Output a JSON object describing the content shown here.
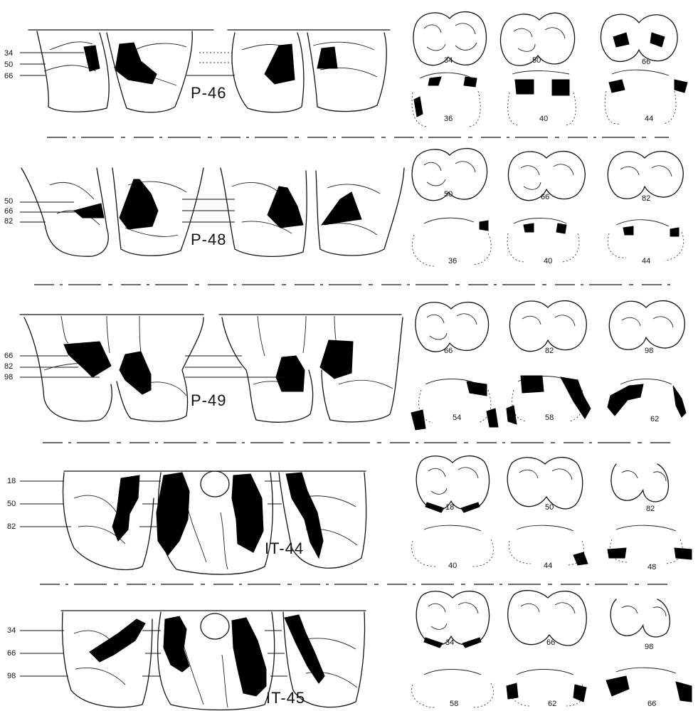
{
  "panels": [
    {
      "case": "P-46",
      "levels": [
        "34",
        "50",
        "66"
      ],
      "coronal_top": [
        "34",
        "50",
        "66"
      ],
      "coronal_bottom": [
        "36",
        "40",
        "44"
      ]
    },
    {
      "case": "P-48",
      "levels": [
        "50",
        "66",
        "82"
      ],
      "coronal_top": [
        "50",
        "66",
        "82"
      ],
      "coronal_bottom": [
        "36",
        "40",
        "44"
      ]
    },
    {
      "case": "P-49",
      "levels": [
        "66",
        "82",
        "98"
      ],
      "coronal_top": [
        "66",
        "82",
        "98"
      ],
      "coronal_bottom": [
        "54",
        "58",
        "62"
      ]
    },
    {
      "case": "IT-44",
      "levels": [
        "18",
        "50",
        "82"
      ],
      "coronal_top": [
        "18",
        "50",
        "82"
      ],
      "coronal_bottom": [
        "40",
        "44",
        "48"
      ]
    },
    {
      "case": "IT-45",
      "levels": [
        "34",
        "66",
        "98"
      ],
      "coronal_top": [
        "34",
        "66",
        "98"
      ],
      "coronal_bottom": [
        "58",
        "62",
        "66"
      ]
    }
  ]
}
